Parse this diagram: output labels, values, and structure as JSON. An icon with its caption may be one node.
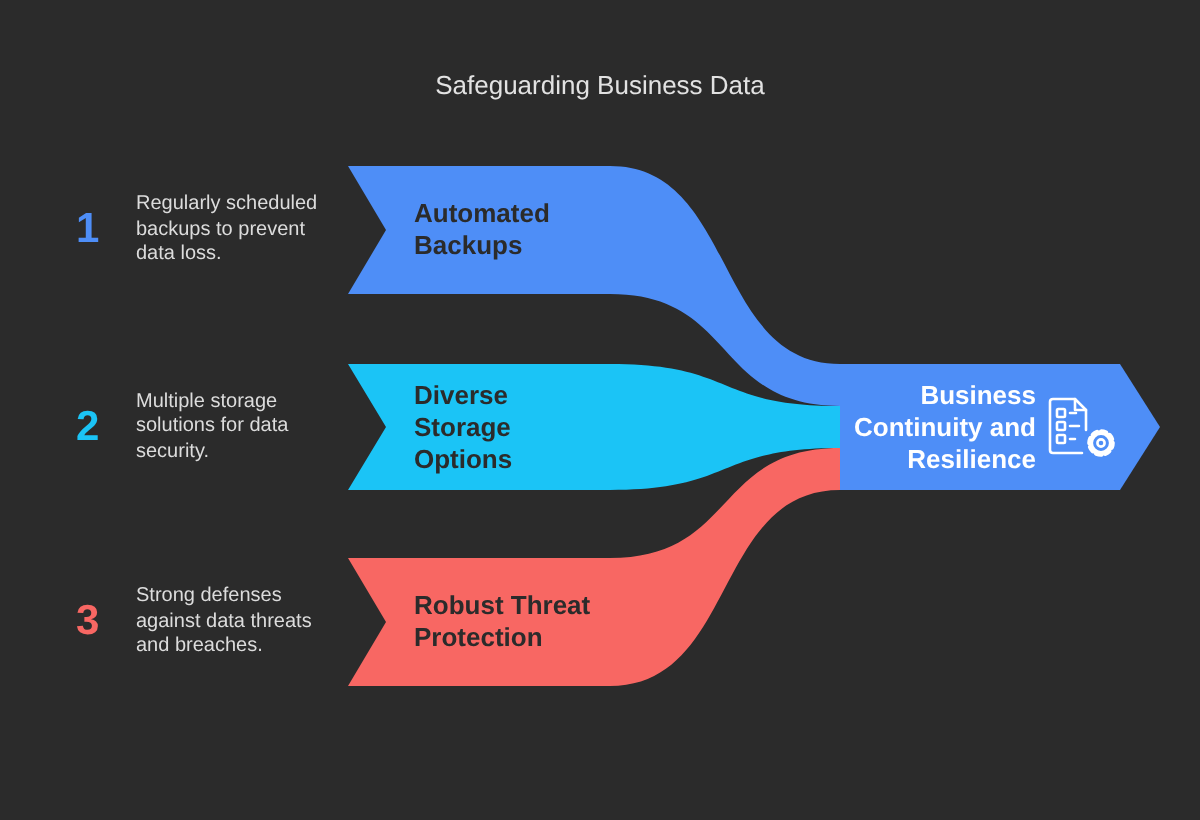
{
  "diagram": {
    "title": "Safeguarding Business Data",
    "nodes": [
      {
        "text": [
          "Automated Backups"
        ],
        "beside": [
          "1",
          "Regularly scheduled backups to prevent data loss."
        ]
      },
      {
        "text": [
          "Diverse Storage Options"
        ],
        "beside": [
          "2",
          "Multiple storage solutions for data security."
        ]
      },
      {
        "text": [
          "Robust Threat Protection"
        ],
        "beside": [
          "3",
          "Strong defenses against data threats and breaches."
        ]
      },
      {
        "text": [
          "Business Continuity and Resilience"
        ]
      }
    ],
    "edges": [
      {
        "from": 0,
        "to": 3,
        "arrow": "none",
        "color": "#4e8ef7"
      },
      {
        "from": 1,
        "to": 3,
        "arrow": "none",
        "color": "#1bc4f6"
      },
      {
        "from": 2,
        "to": 3,
        "arrow": "none",
        "color": "#f86763"
      }
    ]
  }
}
